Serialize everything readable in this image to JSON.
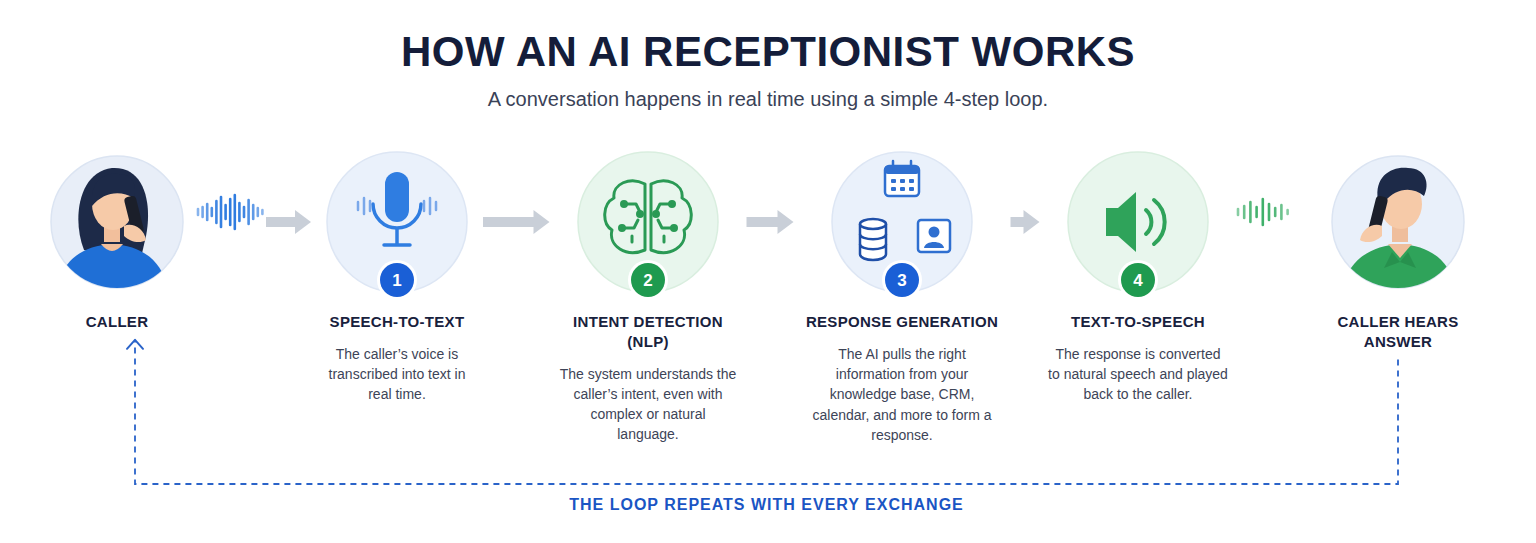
{
  "diagram": {
    "title": "HOW AN AI RECEPTIONIST WORKS",
    "caption": "A conversation happens in real time using a simple 4-step loop.",
    "nodes": [
      {
        "text": [
          "CALLER"
        ]
      },
      {
        "text": [
          "SPEECH-TO-TEXT",
          "The caller’s voice is transcribed into text in real time."
        ]
      },
      {
        "text": [
          "1"
        ],
        "in": 1
      },
      {
        "text": [
          "INTENT DETECTION (NLP)",
          "The system understands the caller’s intent, even with complex or natural language."
        ]
      },
      {
        "text": [
          "2"
        ],
        "in": 3
      },
      {
        "text": [
          "RESPONSE GENERATION",
          "The AI pulls the right information from your knowledge base, CRM, calendar, and more to form a response."
        ]
      },
      {
        "text": [
          "3"
        ],
        "in": 5
      },
      {
        "text": [
          "TEXT-TO-SPEECH",
          "The response is converted to natural speech and played back to the caller."
        ]
      },
      {
        "text": [
          "4"
        ],
        "in": 7
      },
      {
        "text": [
          "CALLER HEARS ANSWER"
        ]
      }
    ],
    "edges": [
      {
        "from": 0,
        "to": 1,
        "arrow": "to"
      },
      {
        "from": 1,
        "to": 3,
        "arrow": "to"
      },
      {
        "from": 3,
        "to": 5,
        "arrow": "to"
      },
      {
        "from": 5,
        "to": 7,
        "arrow": "to"
      },
      {
        "from": 9,
        "to": 0,
        "label": "THE LOOP REPEATS WITH EVERY EXCHANGE",
        "arrow": "to"
      }
    ]
  }
}
